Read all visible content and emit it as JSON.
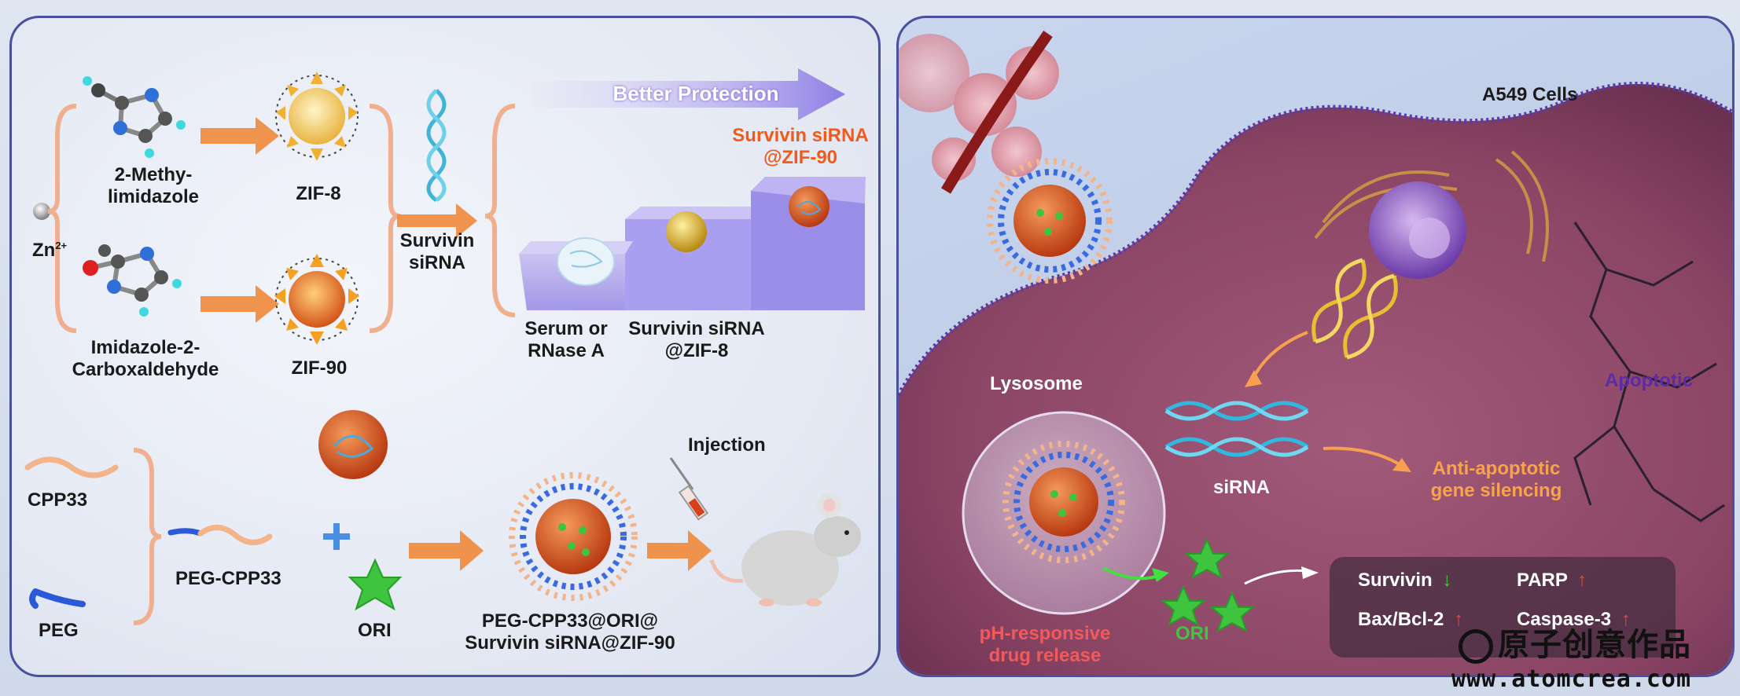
{
  "left": {
    "zn_label": "Zn",
    "zn_sup": "2+",
    "ligand1": "2-Methy-\nlimidazole",
    "ligand2": "Imidazole-2-\nCarboxaldehyde",
    "zif8": "ZIF-8",
    "zif90": "ZIF-90",
    "survivin_sirna": "Survivin\nsiRNA",
    "better_protection": "Better Protection",
    "step_top": "Survivin siRNA\n@ZIF-90",
    "step_serum": "Serum or\nRNase A",
    "step_mid": "Survivin siRNA\n@ZIF-8",
    "cpp33": "CPP33",
    "peg": "PEG",
    "peg_cpp33": "PEG-CPP33",
    "ori": "ORI",
    "final_np": "PEG-CPP33@ORI@\nSurvivin siRNA@ZIF-90",
    "injection": "Injection"
  },
  "right": {
    "a549": "A549 Cells",
    "lysosome": "Lysosome",
    "sirna": "siRNA",
    "apoptotic": "Apoptotic",
    "anti_apoptotic": "Anti-apoptotic\ngene silencing",
    "ph_release": "pH-responsive\ndrug release",
    "ori": "ORI",
    "markers": {
      "survivin": "Survivin",
      "parp": "PARP",
      "bax": "Bax/Bcl-2",
      "caspase": "Caspase-3"
    }
  },
  "watermark": {
    "cn": "原子创意作品",
    "url": "www.atomcrea.com"
  },
  "colors": {
    "border": "#4a4f9e",
    "arrow_orange": "#f08a3a",
    "title_orange": "#f25a1a",
    "label_orange": "#f7a44a",
    "apoptotic_purple": "#5d2aa8",
    "green": "#3fc43f",
    "up_red": "#e04a3a",
    "down_green": "#3fcf3f"
  }
}
